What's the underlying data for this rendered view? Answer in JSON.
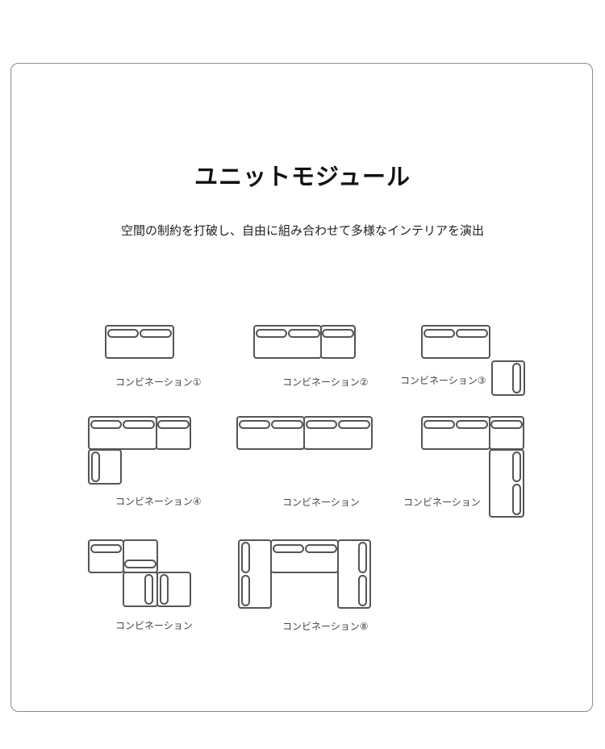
{
  "title": "ユニットモジュール",
  "subtitle": "空間の制約を打破し、自由に組み合わせて多様なインテリアを演出",
  "combinations": [
    {
      "label": "コンビネーション①"
    },
    {
      "label": "コンビネーション②"
    },
    {
      "label": "コンビネーション③"
    },
    {
      "label": "コンビネーション④"
    },
    {
      "label": "コンビネーション"
    },
    {
      "label": "コンビネーション"
    },
    {
      "label": "コンビネーション"
    },
    {
      "label": "コンビネーション⑧"
    }
  ]
}
